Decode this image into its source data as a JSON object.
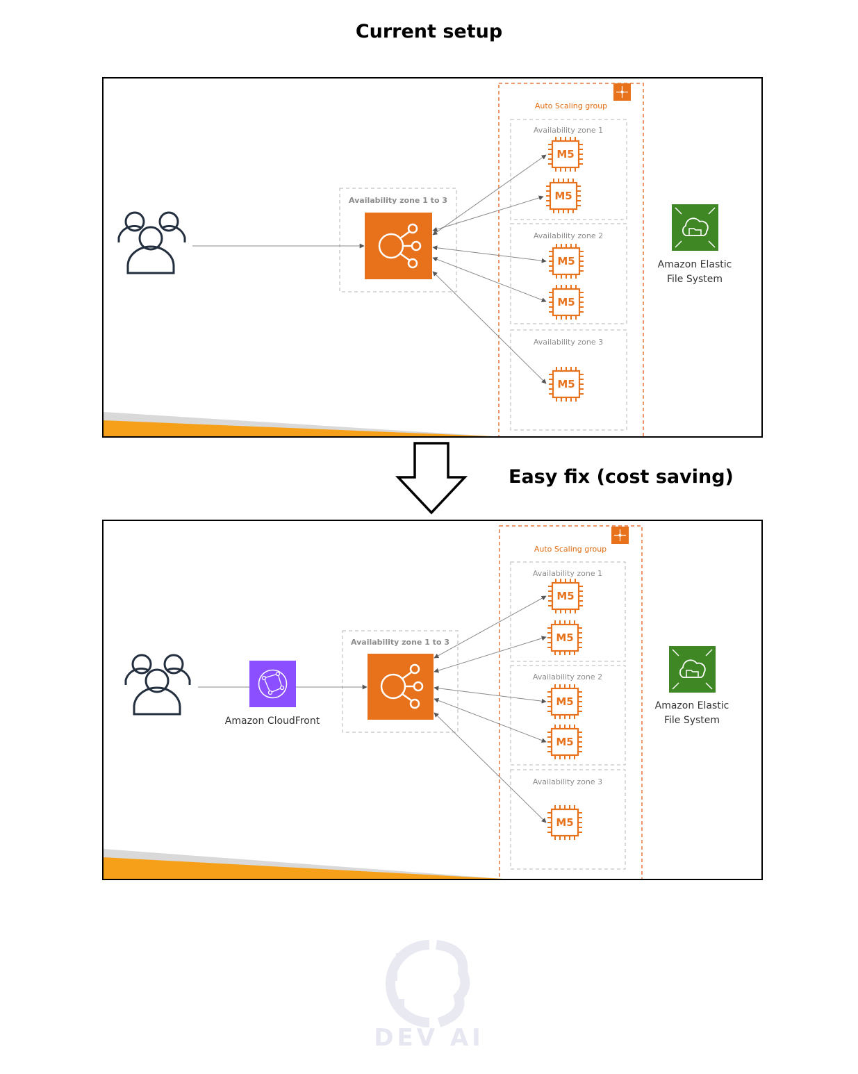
{
  "title": "Current setup",
  "transition_label": "Easy fix (cost saving)",
  "diagram_labels": {
    "auto_scaling_group": "Auto Scaling group",
    "load_balancer_zone": "Availability zone 1 to 3",
    "zone_1": "Availability zone 1",
    "zone_2": "Availability zone 2",
    "zone_3": "Availability zone 3",
    "instance_type": "M5",
    "efs_line_1": "Amazon Elastic",
    "efs_line_2": "File System",
    "cloudfront": "Amazon CloudFront"
  },
  "watermark": "DEV AI",
  "colors": {
    "aws_orange": "#e8721c",
    "asg_border": "#e8743b",
    "efs_green": "#3f8624",
    "cloudfront_purple": "#8c4fff",
    "zone_border": "#b5b5b5",
    "accent_stripe": "#f6a01a"
  },
  "icons": {
    "users": "users-group-icon",
    "load_balancer": "elastic-load-balancer-icon",
    "instance": "ec2-m5-chip-icon",
    "efs": "efs-cloud-folder-icon",
    "cloudfront": "cloudfront-globe-icon",
    "asg": "auto-scaling-icon"
  }
}
